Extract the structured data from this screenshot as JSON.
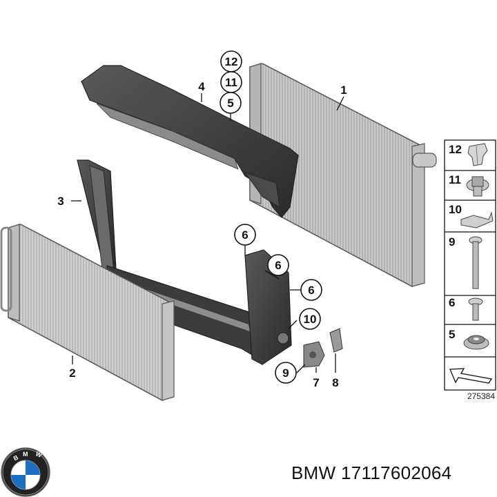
{
  "callouts": {
    "c1": "1",
    "c2": "2",
    "c3": "3",
    "c4": "4",
    "c5": "5",
    "c11": "11",
    "c12": "12",
    "c6a": "6",
    "c6b": "6",
    "c6c": "6",
    "c10": "10",
    "c9": "9",
    "c7": "7",
    "c8": "8"
  },
  "legend": [
    {
      "number": "12",
      "icon": "expansion-rivet-icon"
    },
    {
      "number": "11",
      "icon": "grommet-rivet-icon"
    },
    {
      "number": "10",
      "icon": "bracket-clip-icon"
    },
    {
      "number": "9",
      "icon": "bolt-icon"
    },
    {
      "number": "6",
      "icon": "short-screw-icon"
    },
    {
      "number": "5",
      "icon": "rubber-mount-icon"
    }
  ],
  "diagram_id": "275384",
  "brand": {
    "logo_letters": "BMW",
    "logo_icon": "bmw-roundel-logo"
  },
  "part_label": "BMW 17117602064"
}
